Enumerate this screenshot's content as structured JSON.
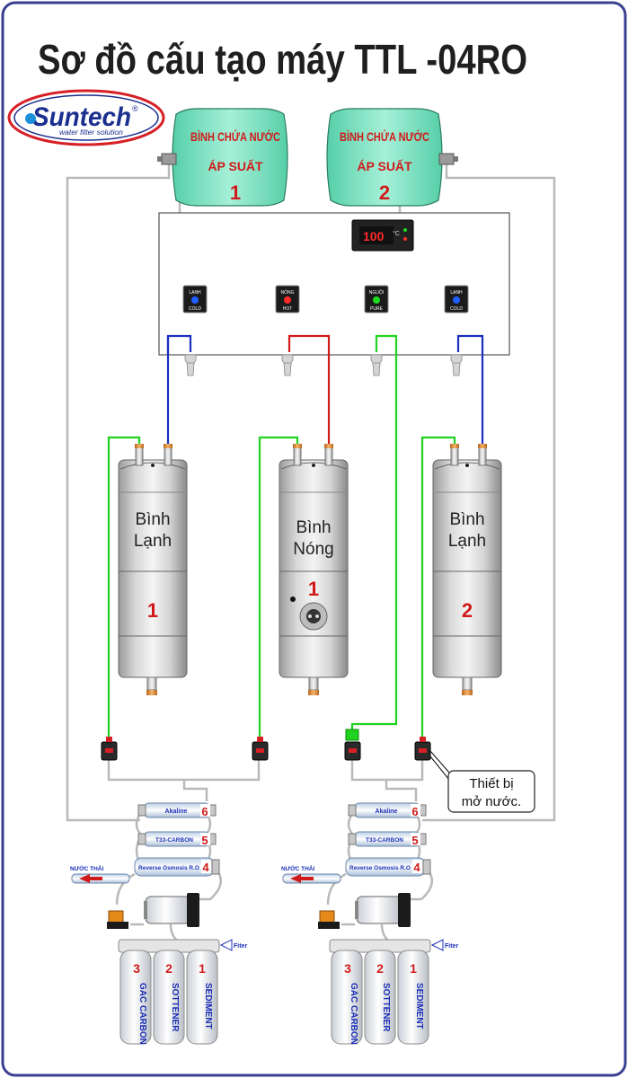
{
  "title": "Sơ đồ cấu tạo máy TTL -04RO",
  "brand": {
    "name": "Suntech",
    "reg": "®",
    "tagline": "water filter solution"
  },
  "colors": {
    "frame": "#3a3f8f",
    "tank": "#7fe0c3",
    "pipe_grey": "#b9b9b9",
    "pipe_green": "#21d321",
    "pipe_red": "#d11a1a",
    "pipe_blue": "#1a2fbf",
    "label_red": "#d11a1a",
    "label_blue": "#1b2fb8"
  },
  "pressure_tanks": [
    {
      "line1": "BÌNH CHỨA NƯỚC",
      "line2": "ÁP SUẤT",
      "number": "1"
    },
    {
      "line1": "BÌNH CHỨA NƯỚC",
      "line2": "ÁP SUẤT",
      "number": "2"
    }
  ],
  "display": {
    "value": "100",
    "unit": "°C"
  },
  "buttons": [
    {
      "top": "LẠNH",
      "bottom": "COLD",
      "icon": "snowflake-icon"
    },
    {
      "top": "NÓNG",
      "bottom": "HOT",
      "icon": "hot-icon"
    },
    {
      "top": "NGUỘI",
      "bottom": "PURE",
      "icon": "pure-icon"
    },
    {
      "top": "LẠNH",
      "bottom": "COLD",
      "icon": "snowflake-icon"
    }
  ],
  "tanks": [
    {
      "line1": "Bình",
      "line2": "Lạnh",
      "number": "1"
    },
    {
      "line1": "Bình",
      "line2": "Nóng",
      "number": "1"
    },
    {
      "line1": "Bình",
      "line2": "Lạnh",
      "number": "2"
    }
  ],
  "callout": {
    "line1": "Thiết bị",
    "line2": "mở nước."
  },
  "filter_units": [
    {
      "akaline": "Akaline",
      "akaline_no": "6",
      "carbon": "T33-CARBON",
      "carbon_no": "5",
      "ro": "Reverse Osmosis R.O",
      "ro_no": "4",
      "waste": "NƯỚC THẢI",
      "inlet": "Fiter",
      "cartridges": [
        {
          "no": "3",
          "label": "GAC CARBON"
        },
        {
          "no": "2",
          "label": "SOTTENER"
        },
        {
          "no": "1",
          "label": "SEDIMENT"
        }
      ]
    },
    {
      "akaline": "Akaline",
      "akaline_no": "6",
      "carbon": "T33-CARBON",
      "carbon_no": "5",
      "ro": "Reverse Osmosis R.O",
      "ro_no": "4",
      "waste": "NƯỚC THẢI",
      "inlet": "Fiter",
      "cartridges": [
        {
          "no": "3",
          "label": "GAC CARBON"
        },
        {
          "no": "2",
          "label": "SOTTENER"
        },
        {
          "no": "1",
          "label": "SEDIMENT"
        }
      ]
    }
  ]
}
